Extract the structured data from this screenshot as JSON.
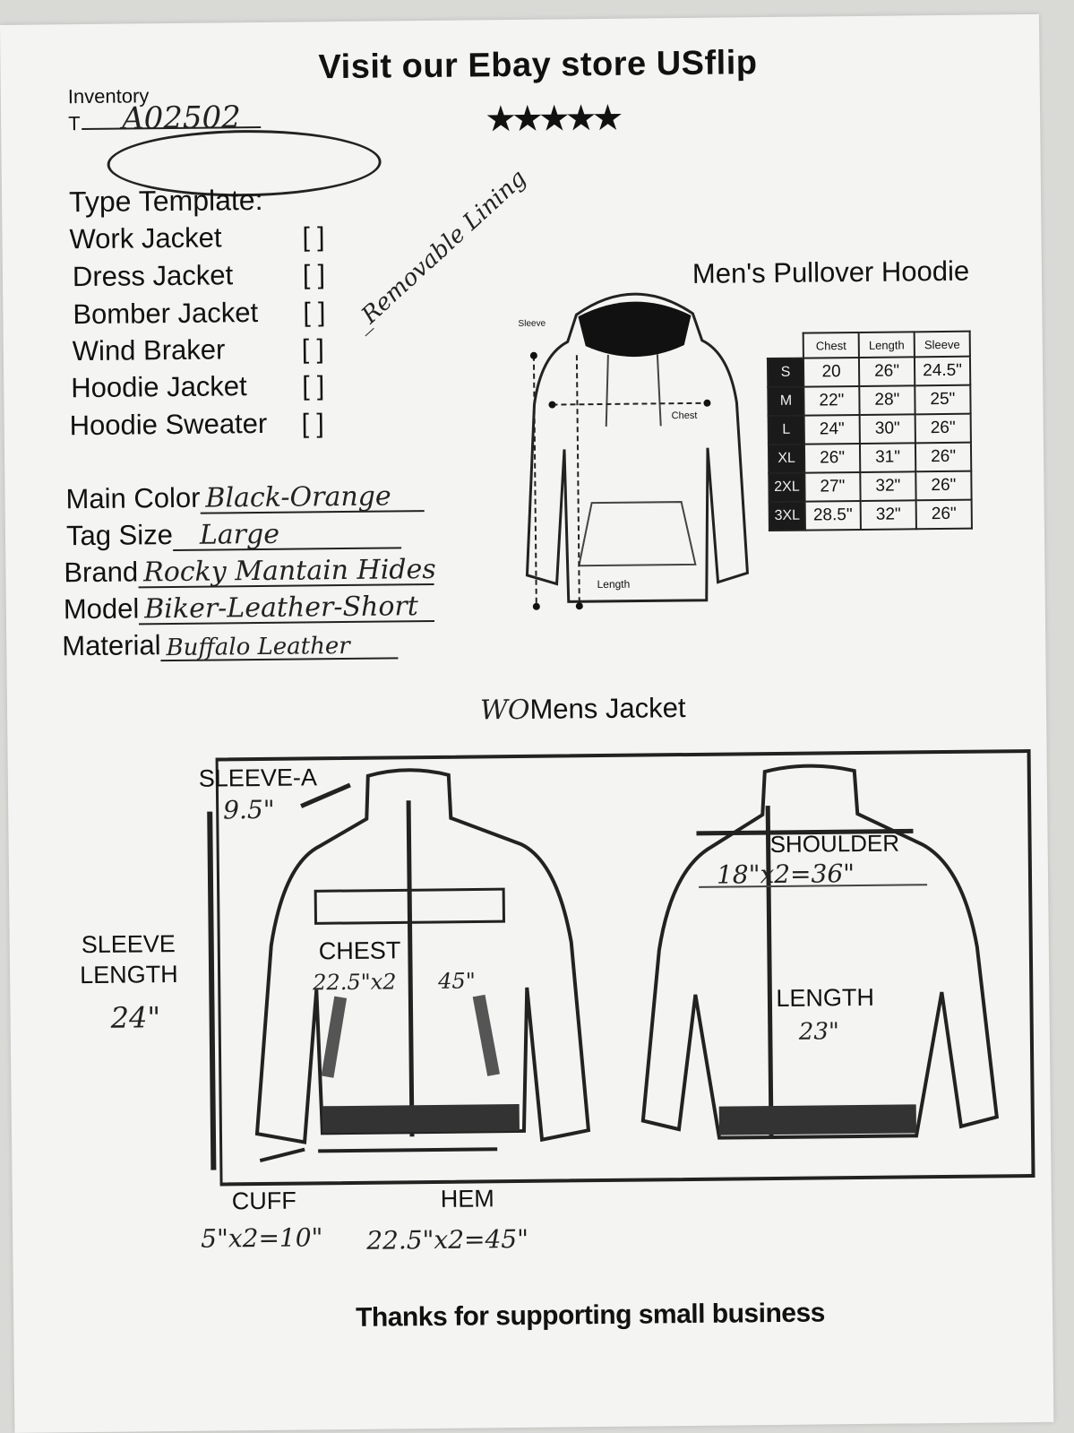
{
  "header": {
    "title": "Visit our Ebay store USflip",
    "stars": "★★★★★"
  },
  "inventory": {
    "label": "Inventory",
    "prefix": "T",
    "code": "A02502"
  },
  "type_template": {
    "title": "Type Template:",
    "items": [
      {
        "label": "Work Jacket",
        "box": "[ ]"
      },
      {
        "label": "Dress Jacket",
        "box": "[ ]"
      },
      {
        "label": "Bomber Jacket",
        "box": "[ ]"
      },
      {
        "label": "Wind Braker",
        "box": "[ ]"
      },
      {
        "label": "Hoodie Jacket",
        "box": "[ ]"
      },
      {
        "label": "Hoodie Sweater",
        "box": "[ ]"
      }
    ],
    "note": "_Removable Lining"
  },
  "fields": [
    {
      "label": "Main Color",
      "value": "Black-Orange"
    },
    {
      "label": "Tag Size",
      "value": "Large"
    },
    {
      "label": "Brand",
      "value": "Rocky Mantain Hides"
    },
    {
      "label": "Model",
      "value": "Biker-Leather-Short"
    },
    {
      "label": "Material",
      "value": "Buffalo Leather"
    }
  ],
  "hoodie": {
    "title": "Men's Pullover Hoodie",
    "labels": {
      "sleeve": "Sleeve",
      "chest": "Chest",
      "length": "Length"
    },
    "table": {
      "headers": [
        "Chest",
        "Length",
        "Sleeve"
      ],
      "rows": [
        {
          "size": "S",
          "values": [
            "20",
            "26\"",
            "24.5\""
          ]
        },
        {
          "size": "M",
          "values": [
            "22\"",
            "28\"",
            "25\""
          ]
        },
        {
          "size": "L",
          "values": [
            "24\"",
            "30\"",
            "26\""
          ]
        },
        {
          "size": "XL",
          "values": [
            "26\"",
            "31\"",
            "26\""
          ]
        },
        {
          "size": "2XL",
          "values": [
            "27\"",
            "32\"",
            "26\""
          ]
        },
        {
          "size": "3XL",
          "values": [
            "28.5\"",
            "32\"",
            "26\""
          ]
        }
      ]
    }
  },
  "womens": {
    "prefix": "WO",
    "title": "Mens Jacket",
    "labels": {
      "sleeve_a": "SLEEVE-A",
      "sleeve_a_val": "9.5\"",
      "sleeve_length_1": "SLEEVE",
      "sleeve_length_2": "LENGTH",
      "sleeve_length_val": "24\"",
      "chest": "CHEST",
      "chest_val": "22.5\"x2",
      "chest_total": "45\"",
      "shoulder": "SHOULDER",
      "shoulder_val": "18\"x2=36\"",
      "length": "LENGTH",
      "length_val": "23\"",
      "cuff": "CUFF",
      "cuff_val": "5\"x2=10\"",
      "hem": "HEM",
      "hem_val": "22.5\"x2=45\""
    }
  },
  "footer": {
    "thanks": "Thanks for supporting small business"
  }
}
